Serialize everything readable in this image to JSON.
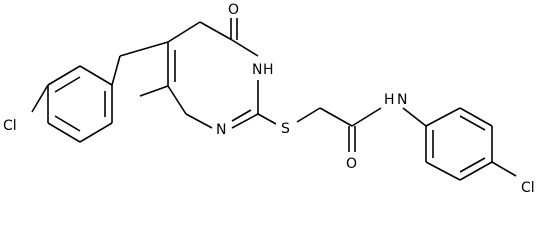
{
  "structure": {
    "atom_labels": {
      "cl_left": "Cl",
      "o_top": "O",
      "nh_ring": "N",
      "h_ring": "H",
      "n_ring": "N",
      "s": "S",
      "o_amide": "O",
      "n_amide": "N",
      "h_amide": "H",
      "cl_right": "Cl"
    }
  }
}
